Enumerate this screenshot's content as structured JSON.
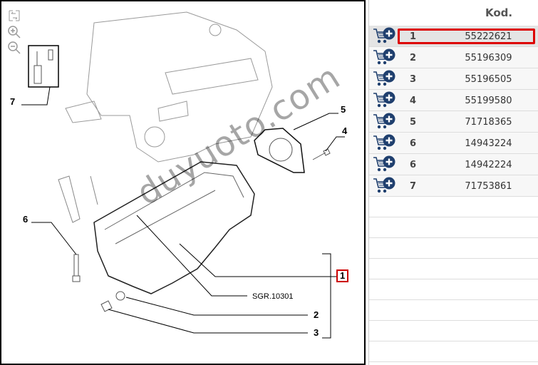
{
  "toolbar": {
    "fit": "fit-icon",
    "zoom_in": "zoom-in-icon",
    "zoom_out": "zoom-out-icon"
  },
  "diagram": {
    "callouts": {
      "c7": "7",
      "c5": "5",
      "c4": "4",
      "c6": "6",
      "c1": "1",
      "c2": "2",
      "c3": "3"
    },
    "reference": "SGR.10301",
    "watermark": "duyuoto.com"
  },
  "table": {
    "header": "Kod.",
    "rows": [
      {
        "num": "1",
        "code": "55222621",
        "selected": true
      },
      {
        "num": "2",
        "code": "55196309"
      },
      {
        "num": "3",
        "code": "55196505"
      },
      {
        "num": "4",
        "code": "55199580"
      },
      {
        "num": "5",
        "code": "71718365"
      },
      {
        "num": "6",
        "code": "14943224"
      },
      {
        "num": "6",
        "code": "14942224"
      },
      {
        "num": "7",
        "code": "71753861"
      }
    ]
  },
  "colors": {
    "highlight": "#d00000",
    "cart": "#1f3f6e"
  }
}
